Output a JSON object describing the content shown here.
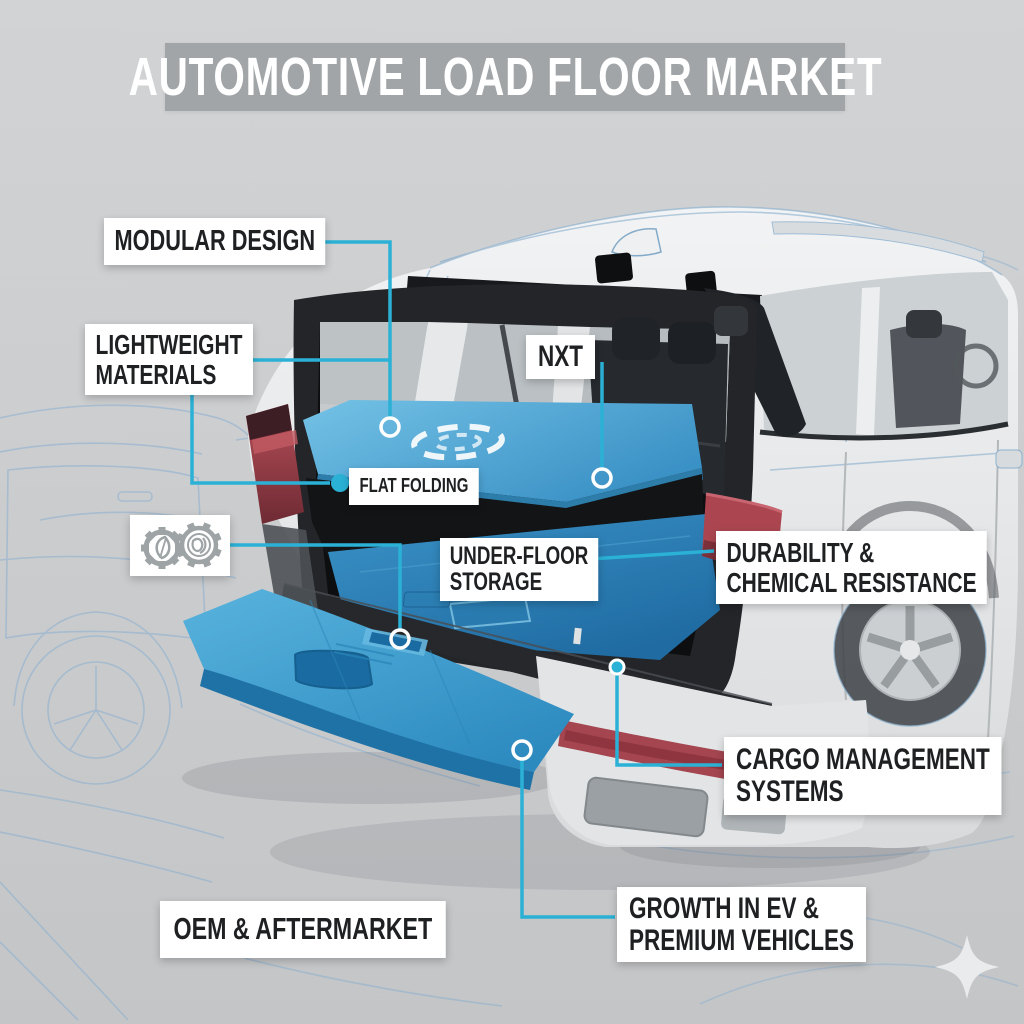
{
  "title": "AUTOMOTIVE LOAD FLOOR MARKET",
  "callouts": {
    "modular_design": {
      "line1": "MODULAR DESIGN"
    },
    "lightweight_materials": {
      "line1": "LIGHTWEIGHT",
      "line2": "MATERIALS"
    },
    "nxt": {
      "line1": "NXT"
    },
    "flat_folding": {
      "line1": "FLAT FOLDING"
    },
    "under_floor_storage": {
      "line1": "UNDER-FLOOR",
      "line2": "STORAGE"
    },
    "durability": {
      "line1": "DURABILITY &",
      "line2": "CHEMICAL RESISTANCE"
    },
    "cargo_management": {
      "line1": "CARGO MANAGEMENT",
      "line2": "SYSTEMS"
    },
    "oem_aftermarket": {
      "line1": "OEM & AFTERMARKET"
    },
    "growth_ev": {
      "line1": "GROWTH IN EV &",
      "line2": "PREMIUM VEHICLES"
    }
  },
  "icons": {
    "eco_box": [
      "leaf-gear-icon",
      "swirl-gear-icon"
    ],
    "sparkle": "sparkle-icon",
    "shelf_emblem": "circular-arrows-emblem"
  },
  "colors": {
    "background": "#cbcdcf",
    "title_banner": "#9da1a4",
    "title_text": "#ffffff",
    "label_bg": "#ffffff",
    "label_text": "#1e2022",
    "leader_line": "#2bb1d5",
    "load_floor_blue_light": "#55b1dc",
    "load_floor_blue_deep": "#2d7fb4",
    "shelf_blue": "#4fa5d3",
    "trunk_dark": "#232528",
    "tail_light_red": "#a8434d",
    "wireframe_blue": "#85add0"
  }
}
